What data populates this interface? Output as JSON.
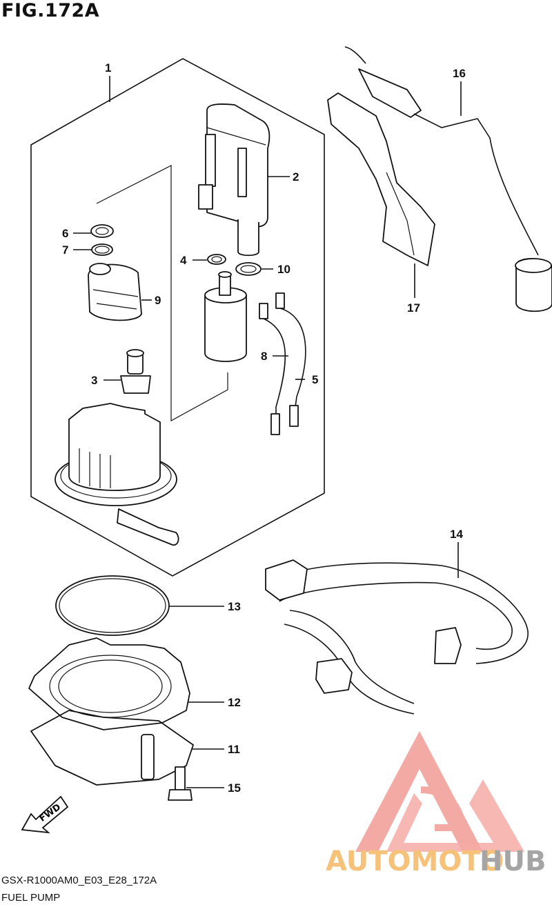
{
  "figure": {
    "title": "FIG.172A",
    "model_code": "GSX-R1000AM0_E03_E28_172A",
    "name": "FUEL PUMP"
  },
  "callouts": [
    {
      "id": "c1",
      "label": "1"
    },
    {
      "id": "c2",
      "label": "2"
    },
    {
      "id": "c3",
      "label": "3"
    },
    {
      "id": "c4",
      "label": "4"
    },
    {
      "id": "c5",
      "label": "5"
    },
    {
      "id": "c6",
      "label": "6"
    },
    {
      "id": "c7",
      "label": "7"
    },
    {
      "id": "c8",
      "label": "8"
    },
    {
      "id": "c9",
      "label": "9"
    },
    {
      "id": "c10",
      "label": "10"
    },
    {
      "id": "c11",
      "label": "11"
    },
    {
      "id": "c12",
      "label": "12"
    },
    {
      "id": "c13",
      "label": "13"
    },
    {
      "id": "c14",
      "label": "14"
    },
    {
      "id": "c15",
      "label": "15"
    },
    {
      "id": "c16",
      "label": "16"
    },
    {
      "id": "c17",
      "label": "17"
    }
  ],
  "direction_mark": "FWD",
  "watermark": {
    "text_a": "AUTOMOTO",
    "text_b": "HUB",
    "color_a": "#f6c27a",
    "color_b": "#a5a5a5",
    "logo_color": "#f4a6a0"
  }
}
